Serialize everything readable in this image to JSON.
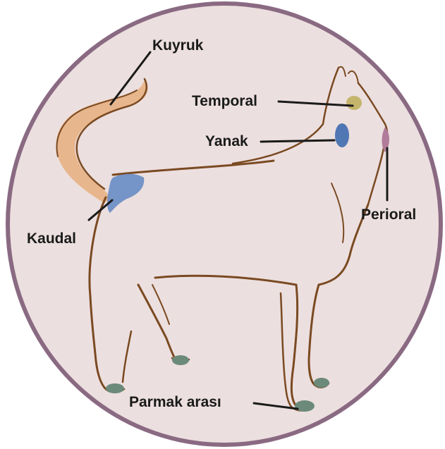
{
  "labels": {
    "tail": "Kuyruk",
    "temporal": "Temporal",
    "cheek": "Yanak",
    "perioral": "Perioral",
    "caudal": "Kaudal",
    "interdigital": "Parmak arası"
  },
  "colors": {
    "background_disc": "#ecdfdf",
    "disc_border": "#8a6a82",
    "outline": "#7a4a22",
    "tail_fill": "#e8b68c",
    "caudal_gland": "#6a8dc4",
    "cheek_gland": "#4f77b4",
    "temporal_gland": "#c4b46c",
    "perioral_gland": "#b07c9a",
    "paw_gland": "#6b8a7a",
    "leader_line": "#1a1a1a"
  }
}
